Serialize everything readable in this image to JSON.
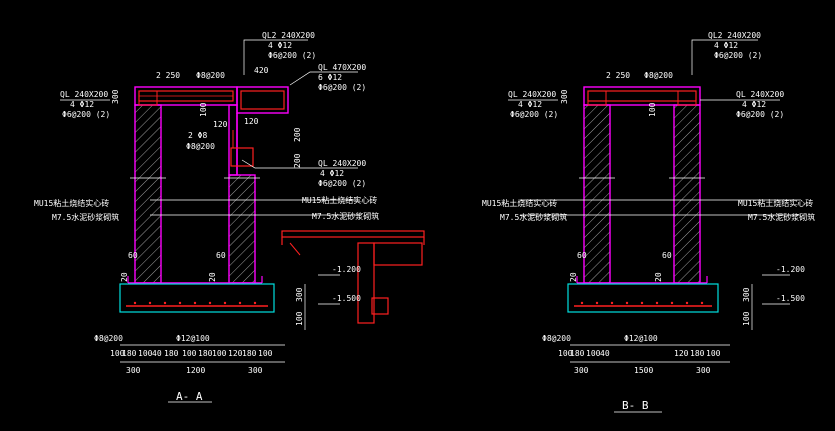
{
  "colors": {
    "background": "#000000",
    "wall": "#ff00ff",
    "rebar": "#ff2020",
    "foundation": "#00e0e0",
    "dimension": "#ffffff",
    "leader": "#ffffff"
  },
  "section_a": {
    "title": "A- A",
    "top_beam_right": {
      "line1": "QL2 240X200",
      "line2": "4 Φ12",
      "line3": "Φ6@200 (2)"
    },
    "beam_470": {
      "line1": "QL 470X200",
      "line2": "6 Φ12",
      "line3": "Φ6@200 (2)"
    },
    "beam_left": {
      "line1": "QL 240X200",
      "line2": "4 Φ12",
      "line3": "Φ6@200 (2)"
    },
    "beam_mid": {
      "line1": "QL 240X200",
      "line2": "4 Φ12",
      "line3": "Φ6@200 (2)"
    },
    "top_slab_rebar_left": "2 250",
    "top_slab_rebar": "Φ8@200",
    "dim_420": "420",
    "dim_300_top": "300",
    "dim_100": "100",
    "dim_120a": "120",
    "dim_120b": "120",
    "dim_200a": "200",
    "dim_200b": "200",
    "bar_2phi8": "2 Φ8",
    "bar_phi8_200": "Φ8@200",
    "wall_note1": "MU15粘土烧结实心砖",
    "wall_note2": "M7.5水泥砂浆砌筑",
    "dim_60_left": "60",
    "dim_60_right": "60",
    "dim_20_left": "20",
    "dim_20_right": "20",
    "elev_1": "-1.200",
    "elev_2": "-1.500",
    "dim_300_side": "300",
    "dim_100_side": "100",
    "base_rebar_left": "Φ8@200",
    "base_rebar_mid": "Φ12@100",
    "dims_row1": [
      "100",
      "180",
      "100",
      "40",
      "180",
      "100",
      "180",
      "100",
      "120",
      "180",
      "100"
    ],
    "dims_row2": [
      "300",
      "1200",
      "300"
    ]
  },
  "section_b": {
    "title": "B- B",
    "top_beam_right": {
      "line1": "QL2 240X200",
      "line2": "4 Φ12",
      "line3": "Φ6@200 (2)"
    },
    "beam_left": {
      "line1": "QL 240X200",
      "line2": "4 Φ12",
      "line3": "Φ6@200 (2)"
    },
    "beam_right": {
      "line1": "QL 240X200",
      "line2": "4 Φ12",
      "line3": "Φ6@200 (2)"
    },
    "top_slab_rebar_left": "2 250",
    "top_slab_rebar": "Φ8@200",
    "dim_300_top": "300",
    "dim_100": "100",
    "wall_note1": "MU15粘土烧结实心砖",
    "wall_note2": "M7.5水泥砂浆砌筑",
    "wall_note1_right": "MU15粘土烧结实心砖",
    "wall_note2_right": "M7.5水泥砂浆砌筑",
    "dim_60_left": "60",
    "dim_60_right": "60",
    "dim_20_left": "20",
    "dim_20_right": "20",
    "elev_1": "-1.200",
    "elev_2": "-1.500",
    "dim_300_side": "300",
    "dim_100_side": "100",
    "base_rebar_left": "Φ8@200",
    "base_rebar_mid": "Φ12@100",
    "dims_row1": [
      "100",
      "180",
      "100",
      "40",
      "120",
      "180",
      "100"
    ],
    "dims_row2": [
      "300",
      "1500",
      "300"
    ]
  }
}
